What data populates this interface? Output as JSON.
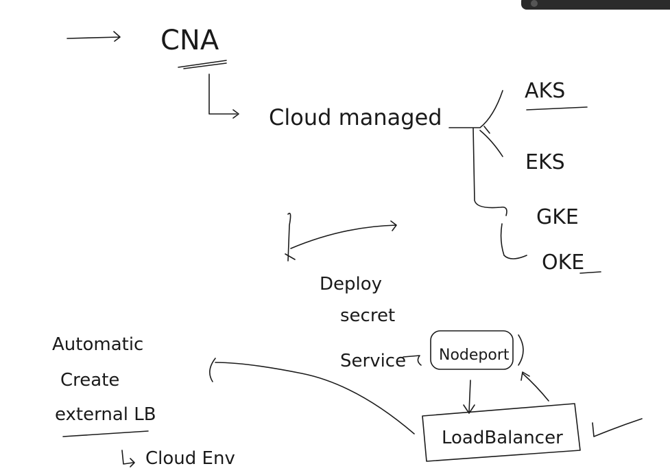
{
  "title": "CNA",
  "branch_label": "Cloud managed",
  "providers": [
    "AKS",
    "EKS",
    "GKE",
    "OKE"
  ],
  "steps": [
    "Deploy",
    "secret",
    "Service"
  ],
  "nodeport_label": "Nodeport",
  "loadbalancer_label": "LoadBalancer",
  "note": [
    "Automatic",
    "Create",
    "external LB"
  ],
  "note_sub": "Cloud Env"
}
